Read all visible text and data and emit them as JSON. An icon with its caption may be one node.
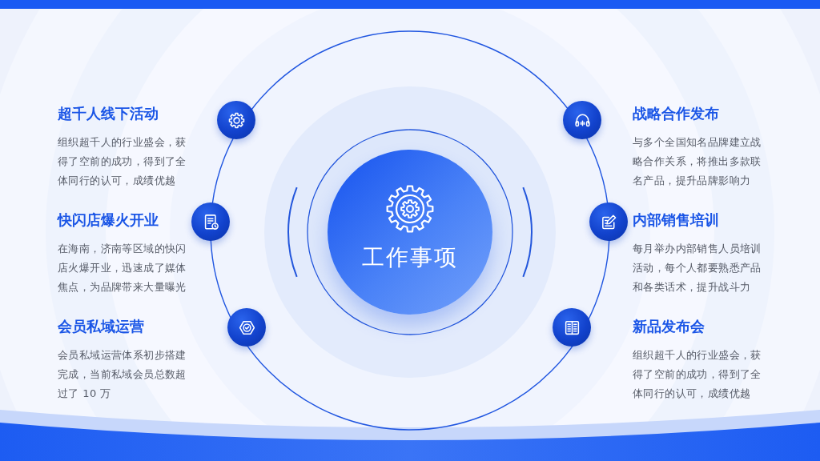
{
  "diagram": {
    "nodes": [
      {
        "text": [
          "工作事项"
        ]
      },
      {
        "text": [],
        "shape": "circle",
        "beside": [
          "超千人线下活动",
          "组织超千人的行业盛会，获得了空前的成功，得到了全体同行的认可，成绩优越"
        ]
      },
      {
        "text": [],
        "shape": "circle",
        "beside": [
          "快闪店爆火开业",
          "在海南，济南等区域的快闪店火爆开业，迅速成了媒体焦点，为品牌带来大量曝光"
        ]
      },
      {
        "text": [],
        "shape": "circle",
        "beside": [
          "会员私域运营",
          "会员私域运营体系初步搭建完成，当前私域会员总数超过了 10 万"
        ]
      },
      {
        "text": [],
        "shape": "circle",
        "beside": [
          "战略合作发布",
          "与多个全国知名品牌建立战略合作关系，将推出多款联名产品，提升品牌影响力"
        ]
      },
      {
        "text": [],
        "shape": "circle",
        "beside": [
          "内部销售培训",
          "每月举办内部销售人员培训活动，每个人都要熟悉产品和各类话术，提升战斗力"
        ]
      },
      {
        "text": [],
        "shape": "circle",
        "beside": [
          "新品发布会",
          "组织超千人的行业盛会，获得了空前的成功，得到了全体同行的认可，成绩优越"
        ]
      }
    ]
  }
}
